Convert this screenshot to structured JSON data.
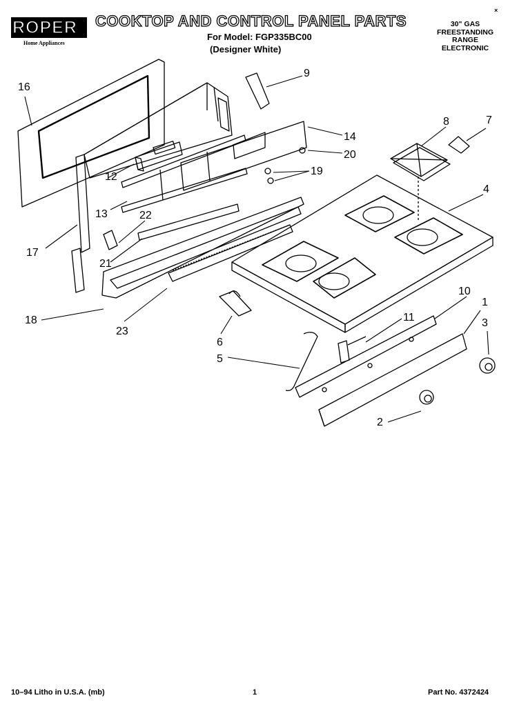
{
  "header": {
    "brand": "ROPER",
    "brand_sub": "Home Appliances",
    "title": "COOKTOP AND CONTROL PANEL PARTS",
    "model_line": "For Model: FGP335BC00",
    "variant_line": "(Designer White)",
    "spec_lines": [
      "30\" GAS",
      "FREESTANDING",
      "RANGE",
      "ELECTRONIC"
    ],
    "corner_mark": "×"
  },
  "callouts": {
    "c1": "1",
    "c2": "2",
    "c3": "3",
    "c4": "4",
    "c5": "5",
    "c6": "6",
    "c7": "7",
    "c8": "8",
    "c9": "9",
    "c10": "10",
    "c11": "11",
    "c12": "12",
    "c13": "13",
    "c14": "14",
    "c16": "16",
    "c17": "17",
    "c18": "18",
    "c19": "19",
    "c20": "20",
    "c21": "21",
    "c22": "22",
    "c23": "23"
  },
  "footer": {
    "left": "10–94 Litho in U.S.A. (mb)",
    "center": "1",
    "right": "Part No. 4372424"
  }
}
